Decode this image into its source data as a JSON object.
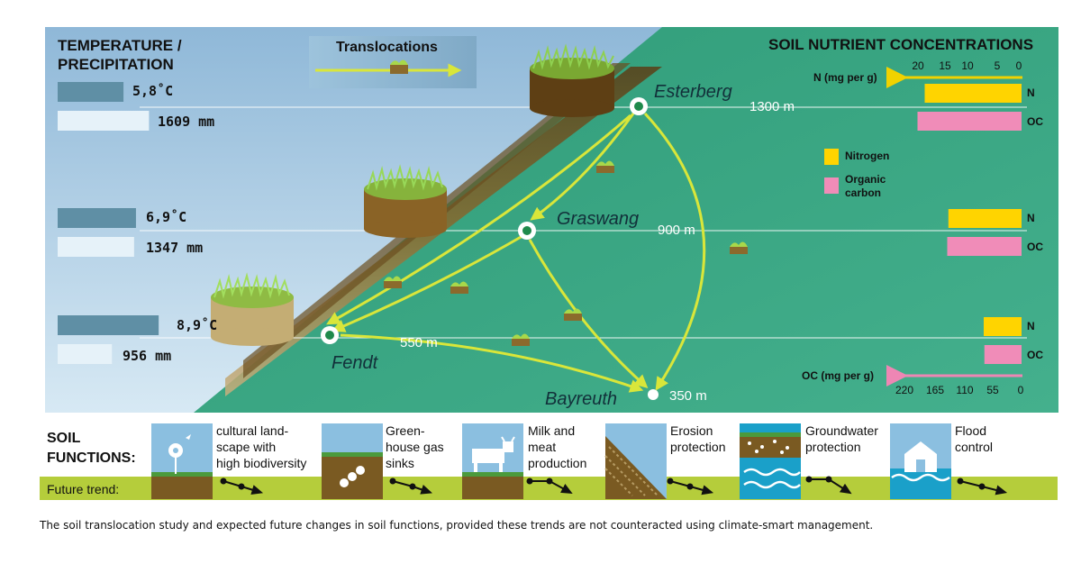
{
  "climate": {
    "heading": "TEMPERATURE /\nPRECIPITATION",
    "sites": [
      {
        "temp_label": "5,8˚C",
        "temp_c": 5.8,
        "precip_label": "1609 mm",
        "precip_mm": 1609
      },
      {
        "temp_label": "6,9˚C",
        "temp_c": 6.9,
        "precip_label": "1347 mm",
        "precip_mm": 1347
      },
      {
        "temp_label": "8,9˚C",
        "temp_c": 8.9,
        "precip_label": "956 mm",
        "precip_mm": 956
      }
    ]
  },
  "translocations_label": "Translocations",
  "sites": [
    {
      "name": "Esterberg",
      "elevation": "1300 m"
    },
    {
      "name": "Graswang",
      "elevation": "900 m"
    },
    {
      "name": "Fendt",
      "elevation": "550 m"
    },
    {
      "name": "Bayreuth",
      "elevation": "350 m"
    }
  ],
  "nutrients": {
    "heading": "SOIL NUTRIENT CONCENTRATIONS",
    "n_axis_label": "N (mg per g)",
    "n_ticks": [
      "20",
      "15",
      "10",
      "5",
      "0"
    ],
    "oc_axis_label": "OC (mg per g)",
    "oc_ticks": [
      "220",
      "165",
      "110",
      "55",
      "0"
    ],
    "legend": [
      {
        "label": "Nitrogen",
        "color": "#ffd400"
      },
      {
        "label": "Organic\ncarbon",
        "color": "#f08cb8"
      }
    ],
    "bars": [
      {
        "site": "Esterberg",
        "n_label": "N",
        "n_value": 19.2,
        "oc_label": "OC",
        "oc_value": 210
      },
      {
        "site": "Graswang",
        "n_label": "N",
        "n_value": 14.5,
        "oc_label": "OC",
        "oc_value": 150
      },
      {
        "site": "Fendt",
        "n_label": "N",
        "n_value": 7.5,
        "oc_label": "OC",
        "oc_value": 75
      }
    ]
  },
  "soil_functions": {
    "heading": "SOIL\nFUNCTIONS:",
    "future_trend_label": "Future trend:",
    "items": [
      {
        "label": "cultural land-\nscape with\nhigh biodiversity",
        "icon": "flower-icon"
      },
      {
        "label": "Green-\nhouse gas\nsinks",
        "icon": "greenhouse-gas-icon"
      },
      {
        "label": "Milk and\nmeat\nproduction",
        "icon": "cow-icon"
      },
      {
        "label": "Erosion\nprotection",
        "icon": "erosion-slope-icon"
      },
      {
        "label": "Groundwater\nprotection",
        "icon": "groundwater-icon"
      },
      {
        "label": "Flood\ncontrol",
        "icon": "flood-house-icon"
      }
    ]
  },
  "caption": "The soil translocation study and expected future changes in soil functions, provided these trends are not counteracted using climate-smart management.",
  "colors": {
    "sky": "#b9d7ea",
    "field": "#3aa884",
    "arrow": "#c6d82a",
    "temp_bar": "#5f8fa5",
    "precip_bar": "#e6f2f9",
    "trend_band": "#b5cd3b"
  }
}
